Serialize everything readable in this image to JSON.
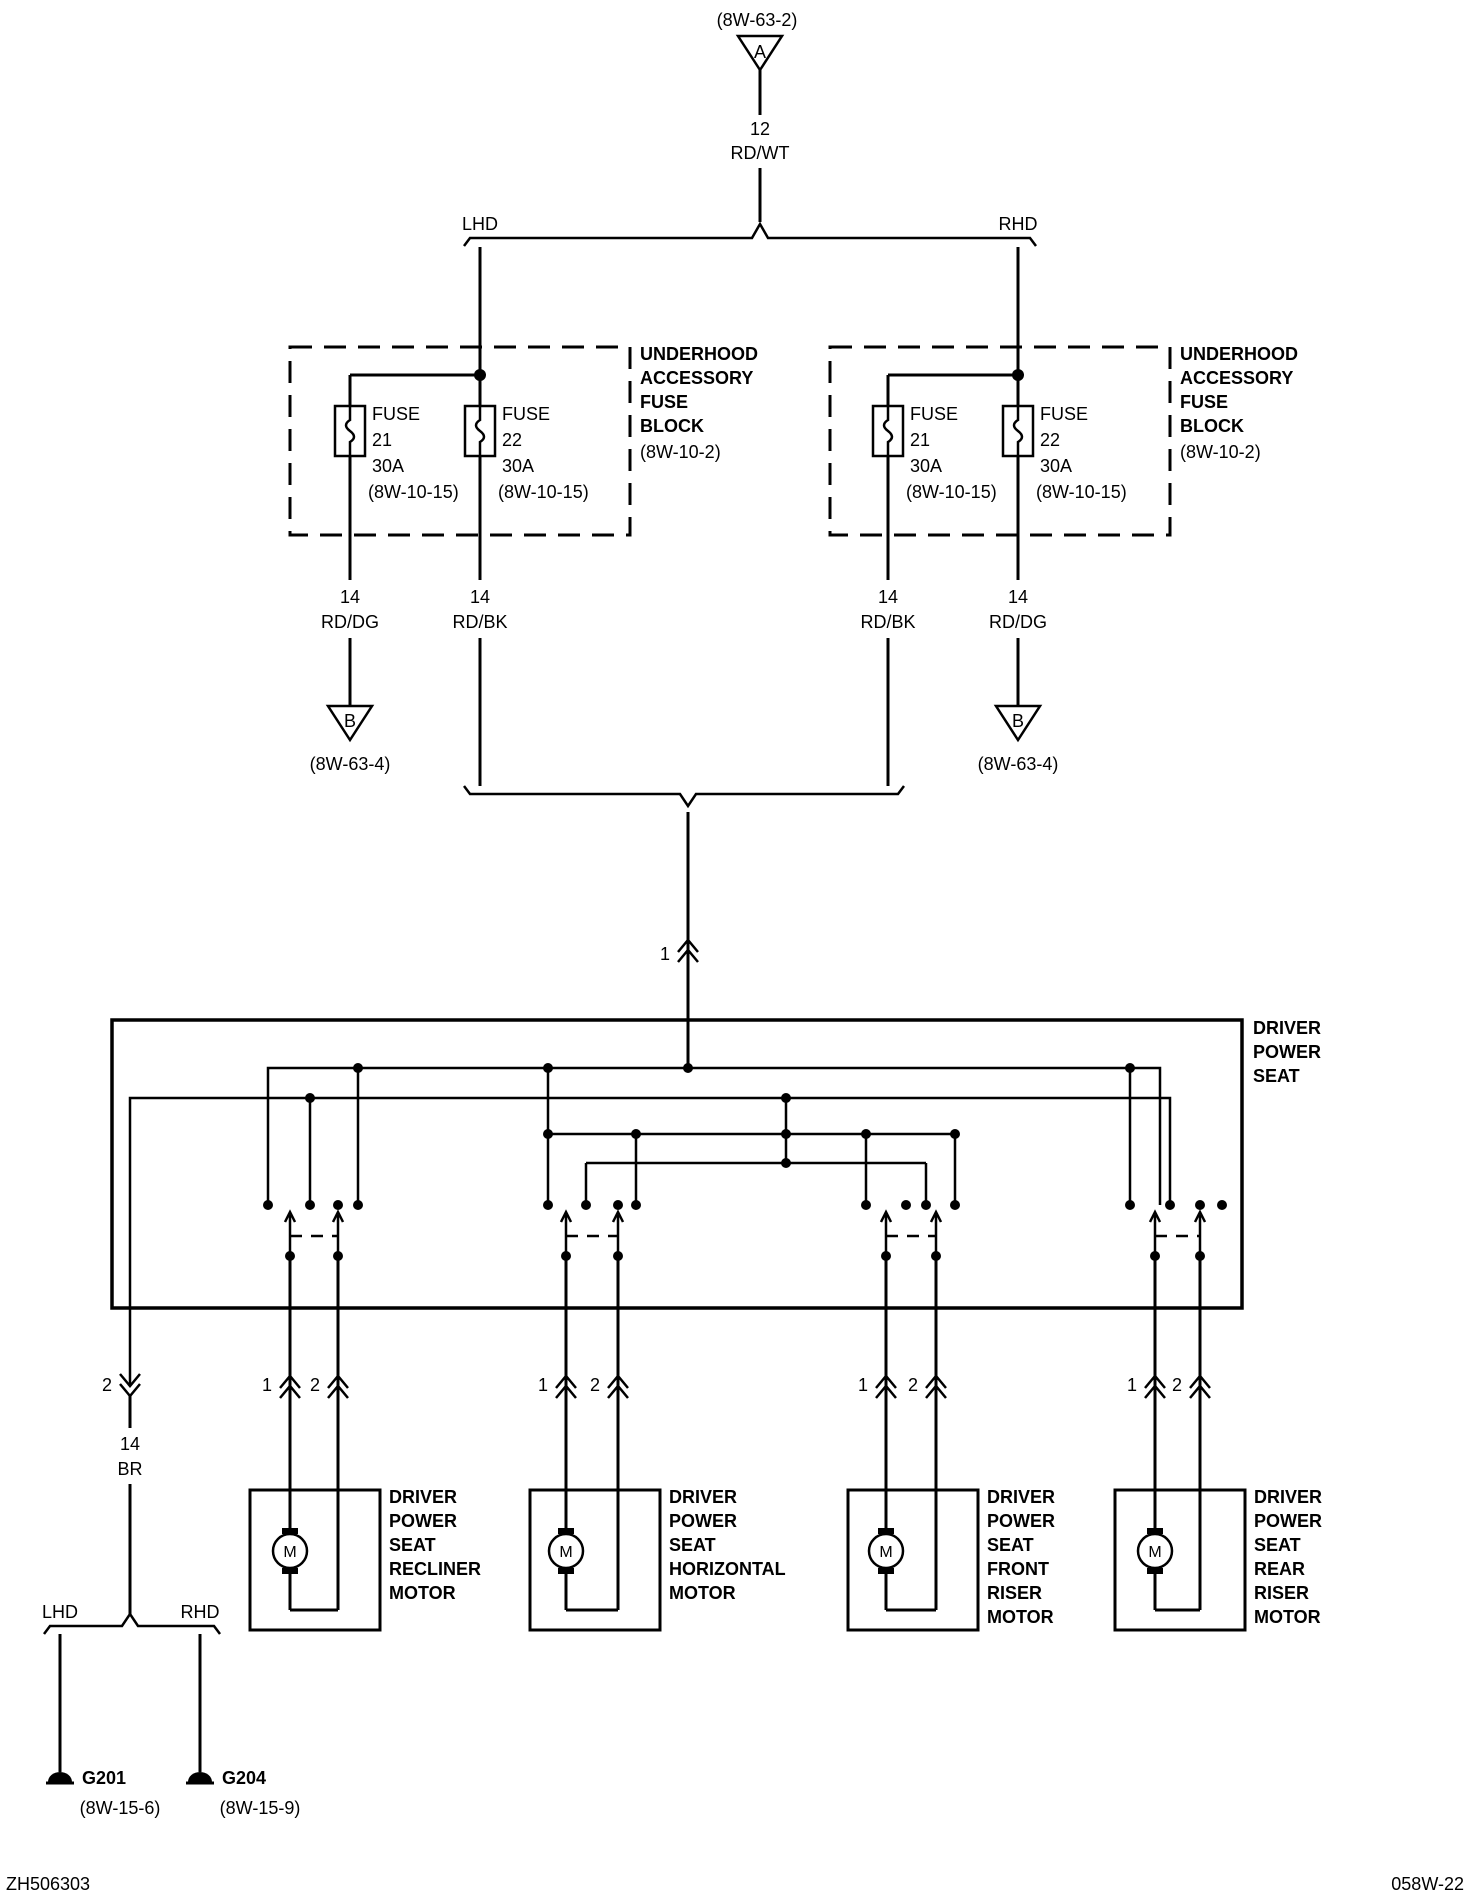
{
  "top_connector": {
    "ref": "(8W-63-2)",
    "letter": "A",
    "gauge": "12",
    "color": "RD/WT"
  },
  "splice_top": {
    "left": "LHD",
    "right": "RHD"
  },
  "fuse_blocks": [
    {
      "title": [
        "UNDERHOOD",
        "ACCESSORY",
        "FUSE",
        "BLOCK"
      ],
      "ref": "(8W-10-2)",
      "fuses": [
        {
          "label": "FUSE",
          "num": "21",
          "amps": "30A",
          "ref": "(8W-10-15)"
        },
        {
          "label": "FUSE",
          "num": "22",
          "amps": "30A",
          "ref": "(8W-10-15)"
        }
      ]
    },
    {
      "title": [
        "UNDERHOOD",
        "ACCESSORY",
        "FUSE",
        "BLOCK"
      ],
      "ref": "(8W-10-2)",
      "fuses": [
        {
          "label": "FUSE",
          "num": "21",
          "amps": "30A",
          "ref": "(8W-10-15)"
        },
        {
          "label": "FUSE",
          "num": "22",
          "amps": "30A",
          "ref": "(8W-10-15)"
        }
      ]
    }
  ],
  "wires": {
    "lhd_out1": {
      "gauge": "14",
      "color": "RD/DG"
    },
    "lhd_out2": {
      "gauge": "14",
      "color": "RD/BK"
    },
    "rhd_out1": {
      "gauge": "14",
      "color": "RD/BK"
    },
    "rhd_out2": {
      "gauge": "14",
      "color": "RD/DG"
    },
    "ground": {
      "gauge": "14",
      "color": "BR"
    }
  },
  "b_connectors": [
    {
      "letter": "B",
      "ref": "(8W-63-4)"
    },
    {
      "letter": "B",
      "ref": "(8W-63-4)"
    }
  ],
  "seat_pin1": "1",
  "ground_pin": "2",
  "driver_power_seat": [
    "DRIVER",
    "POWER",
    "SEAT"
  ],
  "motor_pins": [
    "1",
    "2"
  ],
  "motors": [
    {
      "symbol": "M",
      "label": [
        "DRIVER",
        "POWER",
        "SEAT",
        "RECLINER",
        "MOTOR"
      ]
    },
    {
      "symbol": "M",
      "label": [
        "DRIVER",
        "POWER",
        "SEAT",
        "HORIZONTAL",
        "MOTOR"
      ]
    },
    {
      "symbol": "M",
      "label": [
        "DRIVER",
        "POWER",
        "SEAT",
        "FRONT",
        "RISER",
        "MOTOR"
      ]
    },
    {
      "symbol": "M",
      "label": [
        "DRIVER",
        "POWER",
        "SEAT",
        "REAR",
        "RISER",
        "MOTOR"
      ]
    }
  ],
  "ground_splice": {
    "left": "LHD",
    "right": "RHD"
  },
  "grounds": [
    {
      "name": "G201",
      "ref": "(8W-15-6)"
    },
    {
      "name": "G204",
      "ref": "(8W-15-9)"
    }
  ],
  "footer": {
    "left": "ZH506303",
    "right": "058W-22"
  }
}
